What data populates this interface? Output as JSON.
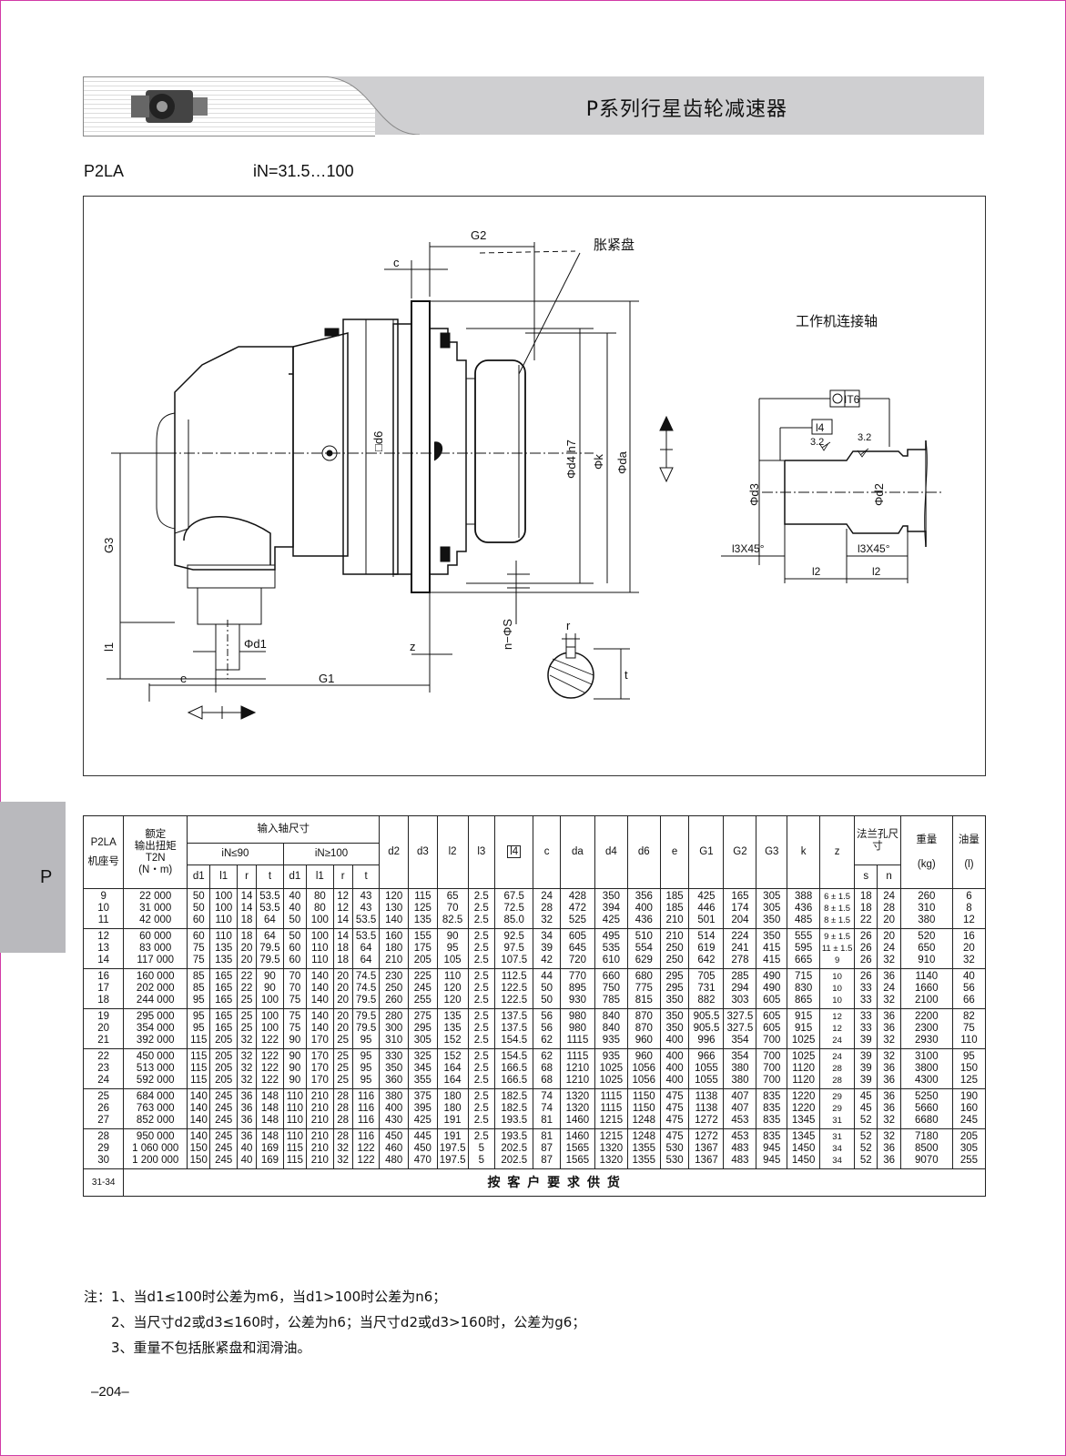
{
  "header": {
    "title": "P系列行星齿轮减速器",
    "side_tab": "P"
  },
  "model": "P2LA",
  "ratio": "iN=31.5…100",
  "drawing": {
    "callout_clamp": "胀紧盘",
    "callout_shaft": "工作机连接轴",
    "labels": {
      "G2": "G2",
      "c": "c",
      "d6": "□d6",
      "d4h7": "Φd4 h7",
      "k": "Φk",
      "da": "Φda",
      "G3": "G3",
      "l1": "l1",
      "d1": "Φd1",
      "e": "e",
      "G1": "G1",
      "z": "z",
      "nS": "n−ΦS",
      "r": "r",
      "t": "t",
      "IT6": "IT6",
      "l4": "l4",
      "r32a": "3.2",
      "r32b": "3.2",
      "d3": "Φd3",
      "d2": "Φd2",
      "l3a": "l3X45°",
      "l3b": "l3X45°",
      "l2a": "l2",
      "l2b": "l2"
    }
  },
  "table": {
    "h": {
      "model": "P2LA",
      "model2": "机座号",
      "torque1": "额定",
      "torque2": "输出扭矩",
      "torque3": "T2N",
      "torque4": "(N・m)",
      "input": "输入轴尺寸",
      "in90": "iN≤90",
      "in100": "iN≥100",
      "d1": "d1",
      "l1": "l1",
      "r": "r",
      "t": "t",
      "d2": "d2",
      "d3": "d3",
      "l2": "l2",
      "l3": "l3",
      "l4": "l4",
      "c": "c",
      "da": "da",
      "d4": "d4",
      "d6": "d6",
      "e": "e",
      "G1": "G1",
      "G2": "G2",
      "G3": "G3",
      "k": "k",
      "z": "z",
      "flange": "法兰孔尺寸",
      "s": "s",
      "n": "n",
      "weight": "重量",
      "weight_u": "(kg)",
      "oil": "油量",
      "oil_u": "(l)"
    },
    "groups": [
      [
        [
          "9",
          "22 000",
          "50",
          "100",
          "14",
          "53.5",
          "40",
          "80",
          "12",
          "43",
          "120",
          "115",
          "65",
          "2.5",
          "67.5",
          "24",
          "428",
          "350",
          "356",
          "185",
          "425",
          "165",
          "305",
          "388",
          "6 ± 1.5",
          "18",
          "24",
          "260",
          "6"
        ],
        [
          "10",
          "31 000",
          "50",
          "100",
          "14",
          "53.5",
          "40",
          "80",
          "12",
          "43",
          "130",
          "125",
          "70",
          "2.5",
          "72.5",
          "28",
          "472",
          "394",
          "400",
          "185",
          "446",
          "174",
          "305",
          "436",
          "8 ± 1.5",
          "18",
          "28",
          "310",
          "8"
        ],
        [
          "11",
          "42 000",
          "60",
          "110",
          "18",
          "64",
          "50",
          "100",
          "14",
          "53.5",
          "140",
          "135",
          "82.5",
          "2.5",
          "85.0",
          "32",
          "525",
          "425",
          "436",
          "210",
          "501",
          "204",
          "350",
          "485",
          "8 ± 1.5",
          "22",
          "20",
          "380",
          "12"
        ]
      ],
      [
        [
          "12",
          "60 000",
          "60",
          "110",
          "18",
          "64",
          "50",
          "100",
          "14",
          "53.5",
          "160",
          "155",
          "90",
          "2.5",
          "92.5",
          "34",
          "605",
          "495",
          "510",
          "210",
          "514",
          "224",
          "350",
          "555",
          "9 ± 1.5",
          "26",
          "20",
          "520",
          "16"
        ],
        [
          "13",
          "83 000",
          "75",
          "135",
          "20",
          "79.5",
          "60",
          "110",
          "18",
          "64",
          "180",
          "175",
          "95",
          "2.5",
          "97.5",
          "39",
          "645",
          "535",
          "554",
          "250",
          "619",
          "241",
          "415",
          "595",
          "11 ± 1.5",
          "26",
          "24",
          "650",
          "20"
        ],
        [
          "14",
          "117 000",
          "75",
          "135",
          "20",
          "79.5",
          "60",
          "110",
          "18",
          "64",
          "210",
          "205",
          "105",
          "2.5",
          "107.5",
          "42",
          "720",
          "610",
          "629",
          "250",
          "642",
          "278",
          "415",
          "665",
          "9",
          "26",
          "32",
          "910",
          "32"
        ]
      ],
      [
        [
          "16",
          "160 000",
          "85",
          "165",
          "22",
          "90",
          "70",
          "140",
          "20",
          "74.5",
          "230",
          "225",
          "110",
          "2.5",
          "112.5",
          "44",
          "770",
          "660",
          "680",
          "295",
          "705",
          "285",
          "490",
          "715",
          "10",
          "26",
          "36",
          "1140",
          "40"
        ],
        [
          "17",
          "202 000",
          "85",
          "165",
          "22",
          "90",
          "70",
          "140",
          "20",
          "74.5",
          "250",
          "245",
          "120",
          "2.5",
          "122.5",
          "50",
          "895",
          "750",
          "775",
          "295",
          "731",
          "294",
          "490",
          "830",
          "10",
          "33",
          "24",
          "1660",
          "56"
        ],
        [
          "18",
          "244 000",
          "95",
          "165",
          "25",
          "100",
          "75",
          "140",
          "20",
          "79.5",
          "260",
          "255",
          "120",
          "2.5",
          "122.5",
          "50",
          "930",
          "785",
          "815",
          "350",
          "882",
          "303",
          "605",
          "865",
          "10",
          "33",
          "32",
          "2100",
          "66"
        ]
      ],
      [
        [
          "19",
          "295 000",
          "95",
          "165",
          "25",
          "100",
          "75",
          "140",
          "20",
          "79.5",
          "280",
          "275",
          "135",
          "2.5",
          "137.5",
          "56",
          "980",
          "840",
          "870",
          "350",
          "905.5",
          "327.5",
          "605",
          "915",
          "12",
          "33",
          "36",
          "2200",
          "82"
        ],
        [
          "20",
          "354 000",
          "95",
          "165",
          "25",
          "100",
          "75",
          "140",
          "20",
          "79.5",
          "300",
          "295",
          "135",
          "2.5",
          "137.5",
          "56",
          "980",
          "840",
          "870",
          "350",
          "905.5",
          "327.5",
          "605",
          "915",
          "12",
          "33",
          "36",
          "2300",
          "75"
        ],
        [
          "21",
          "392 000",
          "115",
          "205",
          "32",
          "122",
          "90",
          "170",
          "25",
          "95",
          "310",
          "305",
          "152",
          "2.5",
          "154.5",
          "62",
          "1115",
          "935",
          "960",
          "400",
          "996",
          "354",
          "700",
          "1025",
          "24",
          "39",
          "32",
          "2930",
          "110"
        ]
      ],
      [
        [
          "22",
          "450 000",
          "115",
          "205",
          "32",
          "122",
          "90",
          "170",
          "25",
          "95",
          "330",
          "325",
          "152",
          "2.5",
          "154.5",
          "62",
          "1115",
          "935",
          "960",
          "400",
          "966",
          "354",
          "700",
          "1025",
          "24",
          "39",
          "32",
          "3100",
          "95"
        ],
        [
          "23",
          "513 000",
          "115",
          "205",
          "32",
          "122",
          "90",
          "170",
          "25",
          "95",
          "350",
          "345",
          "164",
          "2.5",
          "166.5",
          "68",
          "1210",
          "1025",
          "1056",
          "400",
          "1055",
          "380",
          "700",
          "1120",
          "28",
          "39",
          "36",
          "3800",
          "150"
        ],
        [
          "24",
          "592 000",
          "115",
          "205",
          "32",
          "122",
          "90",
          "170",
          "25",
          "95",
          "360",
          "355",
          "164",
          "2.5",
          "166.5",
          "68",
          "1210",
          "1025",
          "1056",
          "400",
          "1055",
          "380",
          "700",
          "1120",
          "28",
          "39",
          "36",
          "4300",
          "125"
        ]
      ],
      [
        [
          "25",
          "684 000",
          "140",
          "245",
          "36",
          "148",
          "110",
          "210",
          "28",
          "116",
          "380",
          "375",
          "180",
          "2.5",
          "182.5",
          "74",
          "1320",
          "1115",
          "1150",
          "475",
          "1138",
          "407",
          "835",
          "1220",
          "29",
          "45",
          "36",
          "5250",
          "190"
        ],
        [
          "26",
          "763 000",
          "140",
          "245",
          "36",
          "148",
          "110",
          "210",
          "28",
          "116",
          "400",
          "395",
          "180",
          "2.5",
          "182.5",
          "74",
          "1320",
          "1115",
          "1150",
          "475",
          "1138",
          "407",
          "835",
          "1220",
          "29",
          "45",
          "36",
          "5660",
          "160"
        ],
        [
          "27",
          "852 000",
          "140",
          "245",
          "36",
          "148",
          "110",
          "210",
          "28",
          "116",
          "430",
          "425",
          "191",
          "2.5",
          "193.5",
          "81",
          "1460",
          "1215",
          "1248",
          "475",
          "1272",
          "453",
          "835",
          "1345",
          "31",
          "52",
          "32",
          "6680",
          "245"
        ]
      ],
      [
        [
          "28",
          "950 000",
          "140",
          "245",
          "36",
          "148",
          "110",
          "210",
          "28",
          "116",
          "450",
          "445",
          "191",
          "2.5",
          "193.5",
          "81",
          "1460",
          "1215",
          "1248",
          "475",
          "1272",
          "453",
          "835",
          "1345",
          "31",
          "52",
          "32",
          "7180",
          "205"
        ],
        [
          "29",
          "1 060 000",
          "150",
          "245",
          "40",
          "169",
          "115",
          "210",
          "32",
          "122",
          "460",
          "450",
          "197.5",
          "5",
          "202.5",
          "87",
          "1565",
          "1320",
          "1355",
          "530",
          "1367",
          "483",
          "945",
          "1450",
          "34",
          "52",
          "36",
          "8500",
          "305"
        ],
        [
          "30",
          "1 200 000",
          "150",
          "245",
          "40",
          "169",
          "115",
          "210",
          "32",
          "122",
          "480",
          "470",
          "197.5",
          "5",
          "202.5",
          "87",
          "1565",
          "1320",
          "1355",
          "530",
          "1367",
          "483",
          "945",
          "1450",
          "34",
          "52",
          "36",
          "9070",
          "255"
        ]
      ]
    ],
    "last": {
      "model": "31-34",
      "text": "按  客  户  要  求  供  货"
    }
  },
  "notes": [
    "注：1、当d1≤100时公差为m6，当d1>100时公差为n6；",
    "2、当尺寸d2或d3≤160时，公差为h6；当尺寸d2或d3>160时，公差为g6；",
    "3、重量不包括胀紧盘和润滑油。"
  ],
  "page": "–204–"
}
